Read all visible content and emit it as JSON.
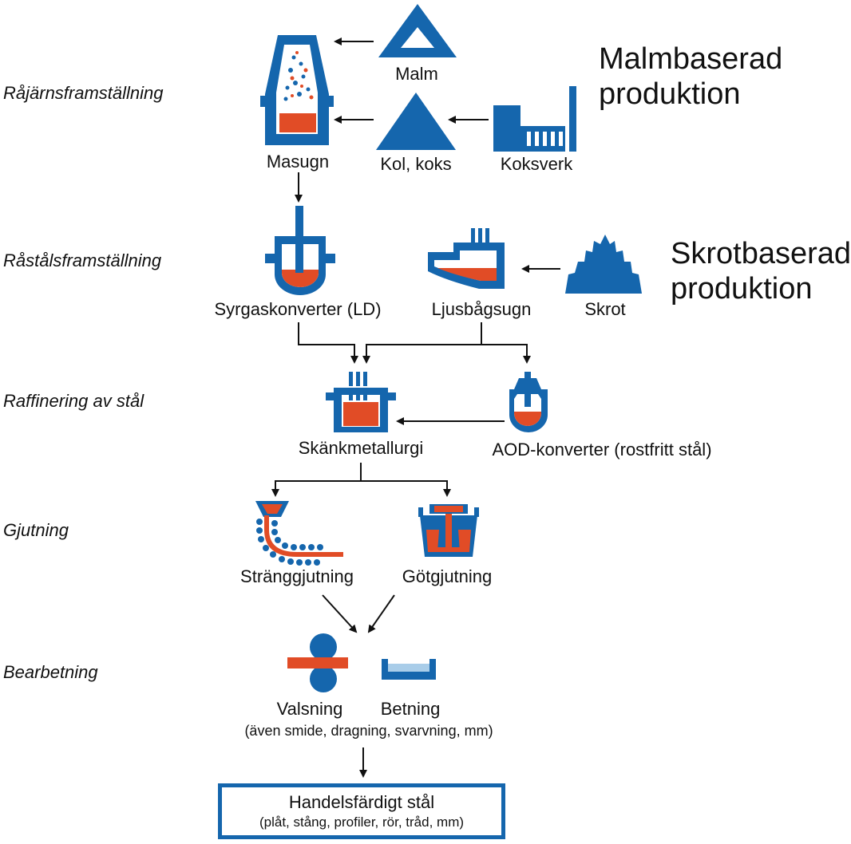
{
  "colors": {
    "blue": "#1566ad",
    "orange": "#e14c26",
    "lightblue": "#a9cde9"
  },
  "stages": {
    "rajarn": "Råjärnsframställning",
    "rastal": "Råstålsframställning",
    "raffinering": "Raffinering av stål",
    "gjutning": "Gjutning",
    "bearbetning": "Bearbetning"
  },
  "headings": {
    "malm_line1": "Malmbaserad",
    "malm_line2": "produktion",
    "skrot_line1": "Skrotbaserad",
    "skrot_line2": "produktion"
  },
  "labels": {
    "malm": "Malm",
    "masugn": "Masugn",
    "kol": "Kol, koks",
    "koksverk": "Koksverk",
    "syrgas": "Syrgaskonverter (LD)",
    "ljusbag": "Ljusbågsugn",
    "skrot": "Skrot",
    "skank": "Skänkmetallurgi",
    "aod": "AOD-konverter (rostfritt stål)",
    "strang": "Stränggjutning",
    "got": "Götgjutning",
    "valsning": "Valsning",
    "betning": "Betning",
    "bearbetning_note": "(även smide, dragning, svarvning, mm)"
  },
  "final": {
    "title": "Handelsfärdigt stål",
    "subtitle": "(plåt, stång, profiler, rör, tråd, mm)"
  }
}
